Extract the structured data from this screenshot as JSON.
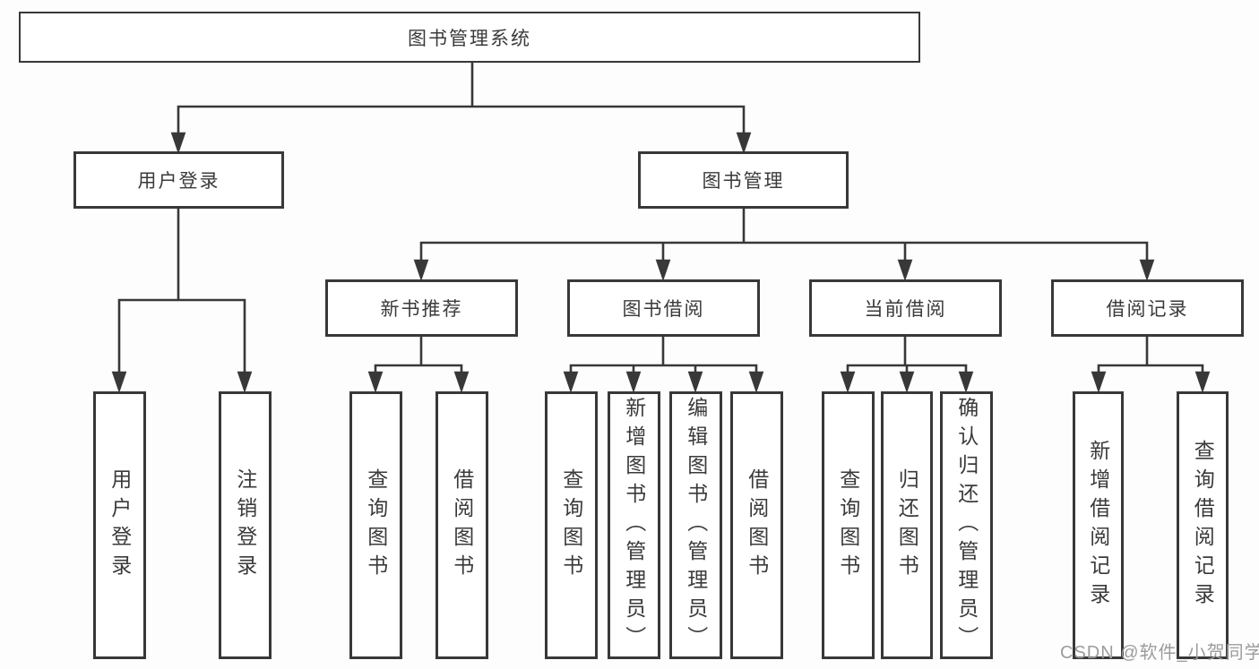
{
  "diagram": {
    "title": "图书管理系统",
    "level2": [
      {
        "label": "用户登录"
      },
      {
        "label": "图书管理"
      }
    ],
    "level3": [
      {
        "label": "新书推荐"
      },
      {
        "label": "图书借阅"
      },
      {
        "label": "当前借阅"
      },
      {
        "label": "借阅记录"
      }
    ],
    "leaves": [
      {
        "parent": "用户登录",
        "items": [
          "用户登录",
          "注销登录"
        ]
      },
      {
        "parent": "新书推荐",
        "items": [
          "查询图书",
          "借阅图书"
        ]
      },
      {
        "parent": "图书借阅",
        "items": [
          "查询图书",
          "新增图书（管理员）",
          "编辑图书（管理员）",
          "借阅图书"
        ]
      },
      {
        "parent": "当前借阅",
        "items": [
          "查询图书",
          "归还图书",
          "确认归还（管理员）"
        ]
      },
      {
        "parent": "借阅记录",
        "items": [
          "新增借阅记录",
          "查询借阅记录"
        ]
      }
    ]
  },
  "watermark": {
    "text": "CSDN @软件_小贺同学"
  },
  "colors": {
    "line": "#383838",
    "text": "#3a3a3a",
    "box_background": "#ffffff",
    "watermark": "#9c9c9c",
    "background": "#fdfdfd"
  }
}
